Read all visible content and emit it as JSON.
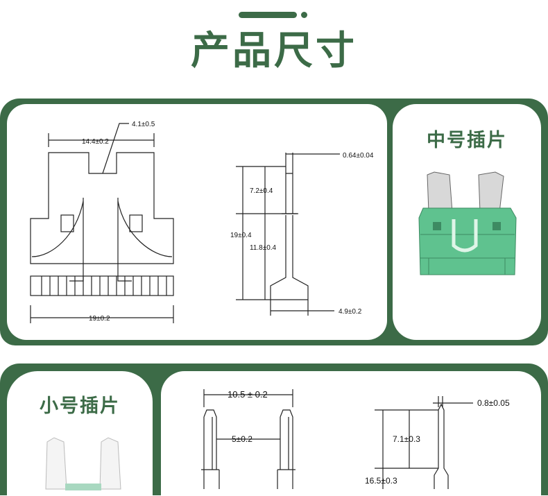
{
  "header": {
    "title": "产品尺寸"
  },
  "medium_fuse": {
    "label": "中号插片",
    "dims": {
      "top_width": "14.4±0.2",
      "center_tab": "4.1±0.5",
      "base_width": "19±0.2",
      "thickness": "0.64±0.04",
      "upper_height": "7.2±0.4",
      "total_height": "19±0.4",
      "lower_height": "11.8±0.4",
      "foot_width": "4.9±0.2"
    }
  },
  "small_fuse": {
    "label": "小号插片",
    "dims": {
      "width": "10.5 ± 0.2",
      "blade_gap": "5±0.2",
      "thickness": "0.8±0.05",
      "upper_height": "7.1±0.3",
      "total_height": "16.5±0.3"
    }
  },
  "colors": {
    "brand_green": "#3c6b47",
    "fuse_body_green": "#5fc28f"
  }
}
